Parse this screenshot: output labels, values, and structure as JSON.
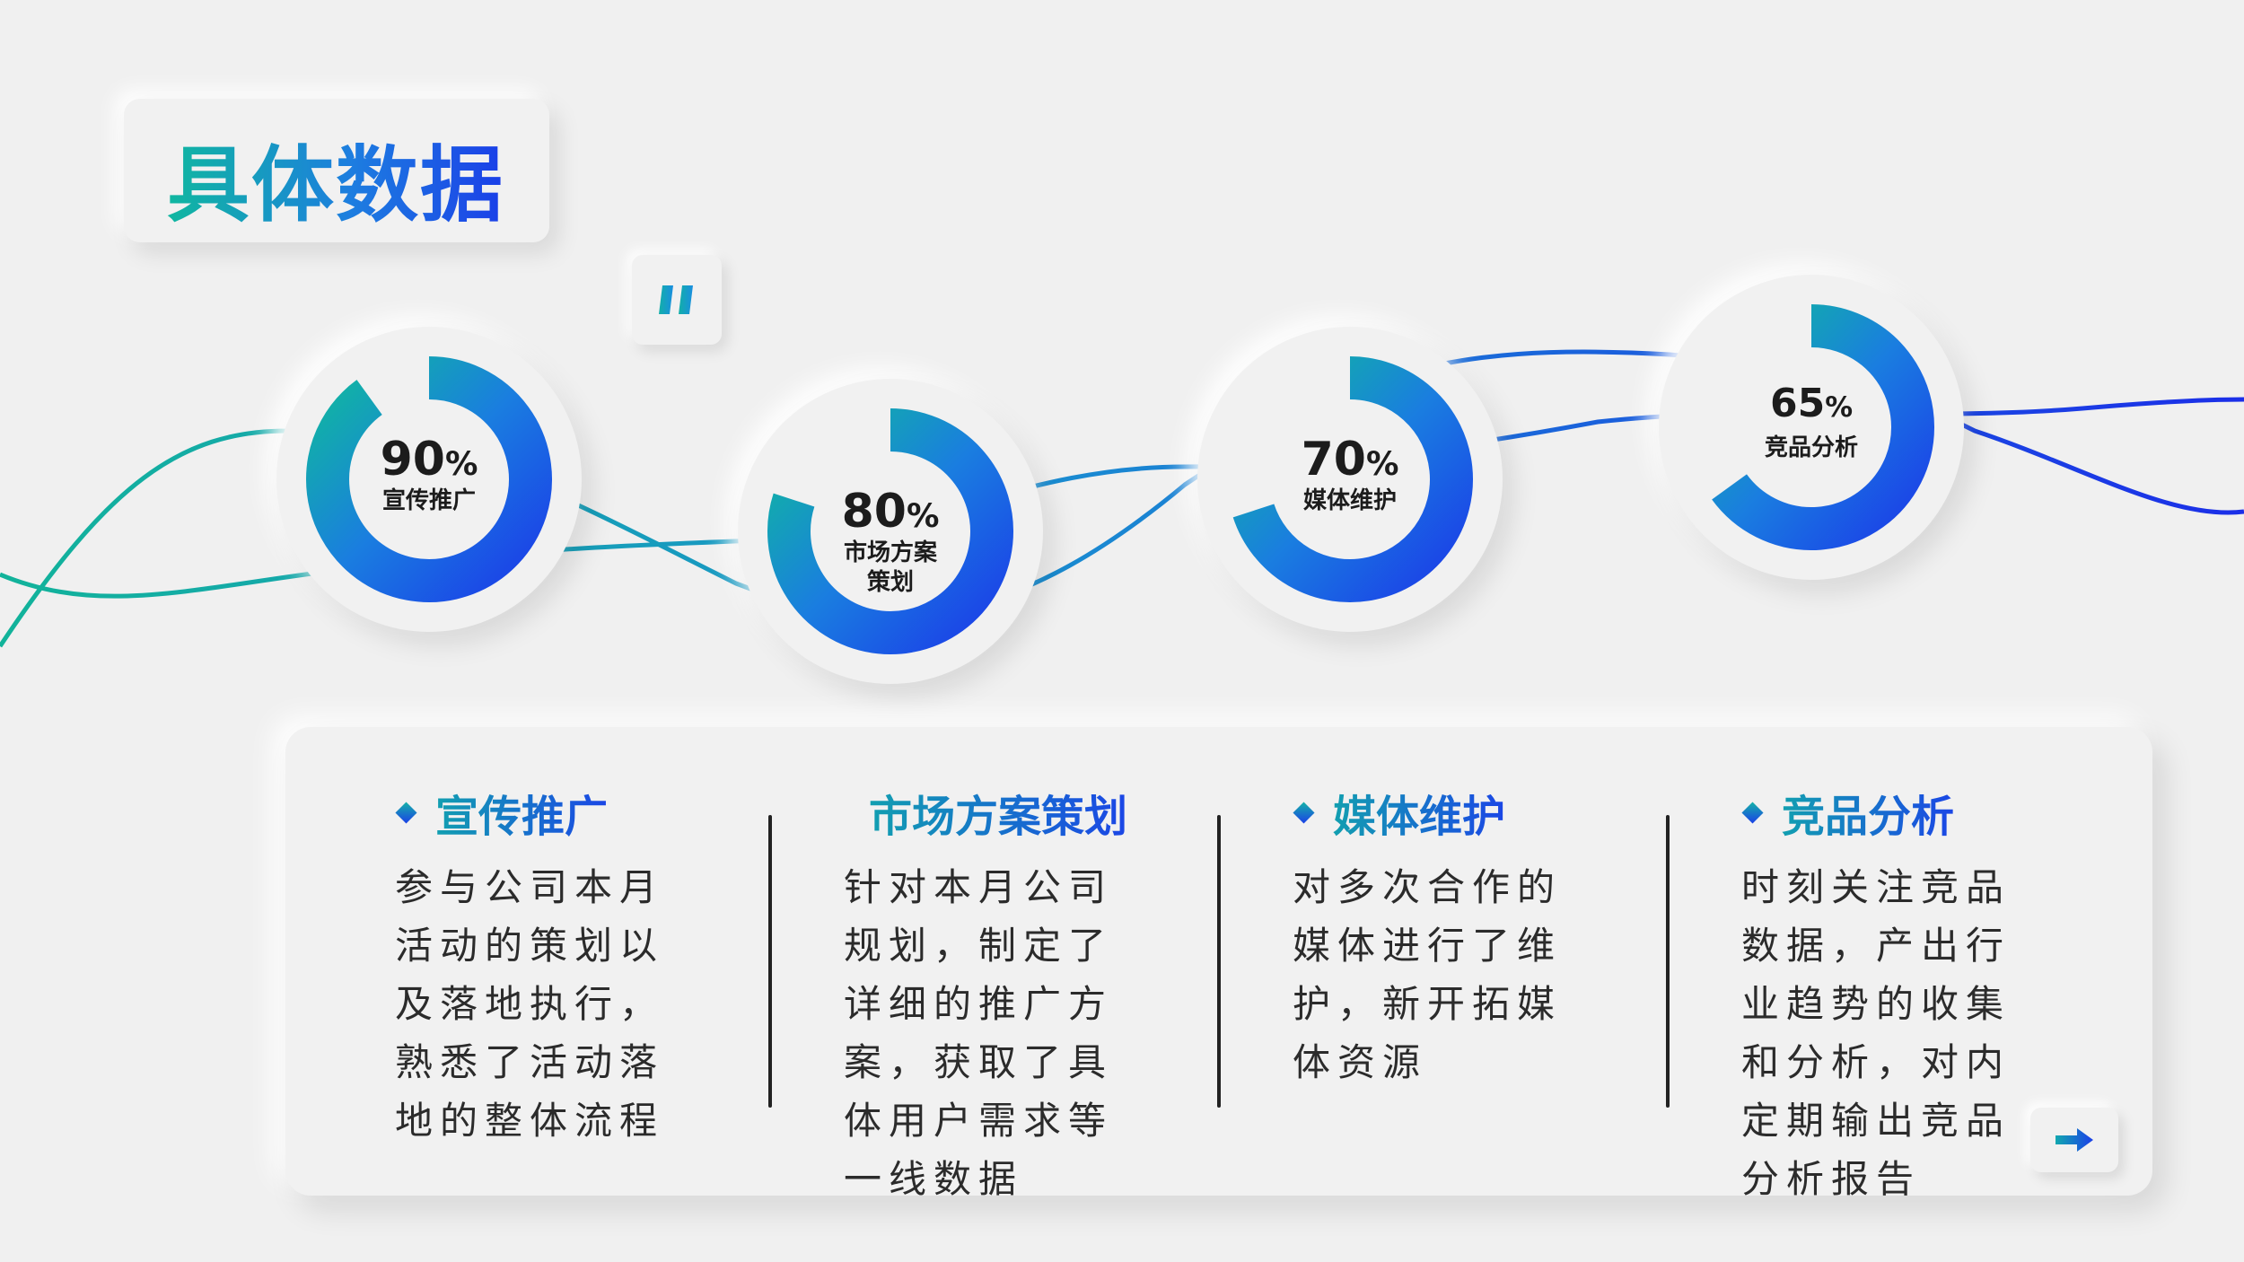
{
  "title": "具体数据",
  "quote_icon": "quote-mark-icon",
  "next_icon": "arrow-right-icon",
  "colors": {
    "teal": "#10b7a0",
    "blue": "#1b3fe8",
    "track_bg": "#f1f1f1"
  },
  "chart_data": {
    "type": "donut",
    "series": [
      {
        "name": "宣传推广",
        "value": 90,
        "pct_num": "90",
        "pct_sym": "%",
        "label_lines": [
          "宣传推广"
        ]
      },
      {
        "name": "市场方案策划",
        "value": 80,
        "pct_num": "80",
        "pct_sym": "%",
        "label_lines": [
          "市场方案",
          "策划"
        ]
      },
      {
        "name": "媒体维护",
        "value": 70,
        "pct_num": "70",
        "pct_sym": "%",
        "label_lines": [
          "媒体维护"
        ]
      },
      {
        "name": "竞品分析",
        "value": 65,
        "pct_num": "65",
        "pct_sym": "%",
        "label_lines": [
          "竞品分析"
        ]
      }
    ],
    "max": 100,
    "units": "%"
  },
  "details": [
    {
      "title": "宣传推广",
      "body": "参与公司本月活动的策划以及落地执行，熟悉了活动落地的整体流程"
    },
    {
      "title": "市场方案策划",
      "body": "针对本月公司规划，制定了详细的推广方案，获取了具体用户需求等一线数据"
    },
    {
      "title": "媒体维护",
      "body": "对多次合作的媒体进行了维护，新开拓媒体资源"
    },
    {
      "title": "竞品分析",
      "body": "时刻关注竞品数据，产出行业趋势的收集和分析，对内定期输出竞品分析报告"
    }
  ]
}
